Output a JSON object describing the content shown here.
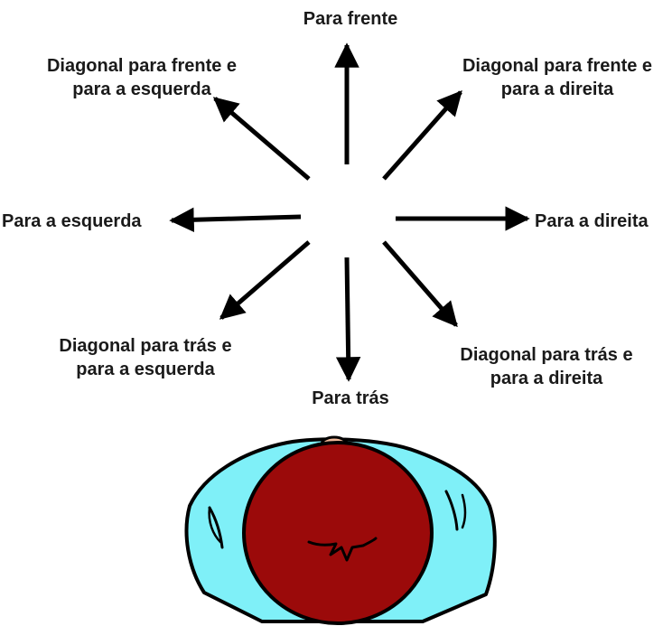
{
  "directions": {
    "forward": [
      "Para frente"
    ],
    "forward_left": [
      "Diagonal para frente e",
      "para a esquerda"
    ],
    "forward_right": [
      "Diagonal para frente e",
      "para a direita"
    ],
    "left": [
      "Para a esquerda"
    ],
    "right": [
      "Para a direita"
    ],
    "back_left": [
      "Diagonal para trás e",
      "para a esquerda"
    ],
    "back_right": [
      "Diagonal para trás e",
      "para a direita"
    ],
    "back": [
      "Para trás"
    ]
  },
  "colors": {
    "arrow": "#000000",
    "head": "#9b0a0a",
    "shoulders": "#7ff0f8",
    "skin": "#f2b99a",
    "text": "#1a1a1a"
  },
  "icons": {
    "person": "person-top-view-icon",
    "arrow": "arrow-icon"
  }
}
